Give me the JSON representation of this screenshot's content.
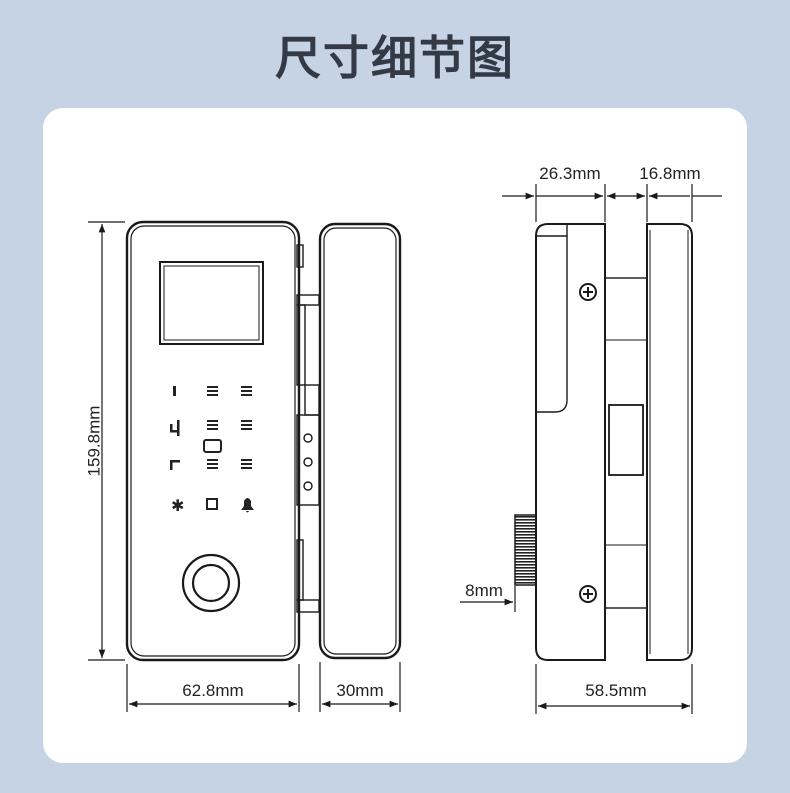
{
  "page": {
    "title": "尺寸细节图"
  },
  "dimensions": {
    "height": "159.8mm",
    "front_width": "62.8mm",
    "handle_width": "30mm",
    "side_depth": "58.5mm",
    "side_top_left": "26.3mm",
    "side_top_right": "16.8mm",
    "knob": "8mm"
  }
}
